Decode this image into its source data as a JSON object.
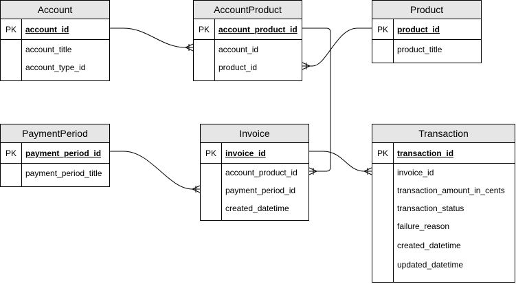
{
  "entities": [
    {
      "id": "account",
      "name": "Account",
      "pk": {
        "label": "PK",
        "name": "account_id"
      },
      "attributes": [
        "account_title",
        "account_type_id"
      ]
    },
    {
      "id": "account_product",
      "name": "AccountProduct",
      "pk": {
        "label": "PK",
        "name": "account_product_id"
      },
      "attributes": [
        "account_id",
        "product_id"
      ]
    },
    {
      "id": "product",
      "name": "Product",
      "pk": {
        "label": "PK",
        "name": "product_id"
      },
      "attributes": [
        "product_title"
      ]
    },
    {
      "id": "payment_period",
      "name": "PaymentPeriod",
      "pk": {
        "label": "PK",
        "name": "payment_period_id"
      },
      "attributes": [
        "payment_period_title"
      ]
    },
    {
      "id": "invoice",
      "name": "Invoice",
      "pk": {
        "label": "PK",
        "name": "invoice_id"
      },
      "attributes": [
        "account_product_id",
        "payment_period_id",
        "created_datetime"
      ]
    },
    {
      "id": "transaction",
      "name": "Transaction",
      "pk": {
        "label": "PK",
        "name": "transaction_id"
      },
      "attributes": [
        "invoice_id",
        "transaction_amount_in_cents",
        "transaction_status",
        "failure_reason",
        "created_datetime",
        "updated_datetime"
      ]
    }
  ],
  "relationships": [
    {
      "from": "account.account_id",
      "to": "account_product.account_id",
      "cardinality": "one-to-many"
    },
    {
      "from": "product.product_id",
      "to": "account_product.product_id",
      "cardinality": "one-to-many"
    },
    {
      "from": "account_product.account_product_id",
      "to": "invoice.account_product_id",
      "cardinality": "one-to-many"
    },
    {
      "from": "payment_period.payment_period_id",
      "to": "invoice.payment_period_id",
      "cardinality": "one-to-many"
    },
    {
      "from": "invoice.invoice_id",
      "to": "transaction.invoice_id",
      "cardinality": "one-to-many"
    }
  ]
}
